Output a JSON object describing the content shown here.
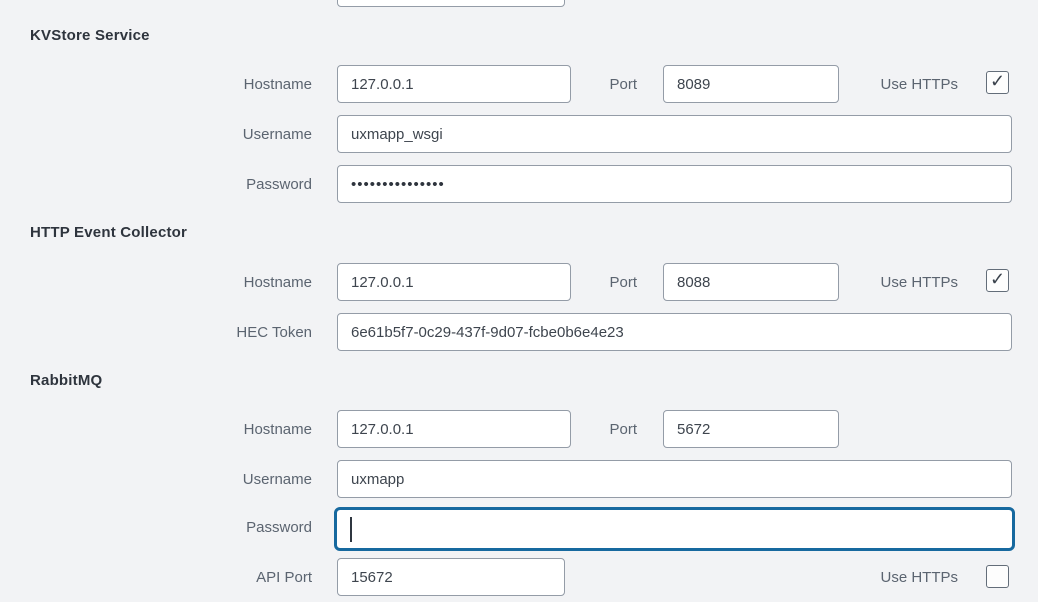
{
  "colors": {
    "page_background": "#f2f3f5",
    "input_border": "#949ca7",
    "focus_border": "#17699f",
    "heading_text": "#2e343d",
    "label_text": "#5b6470",
    "input_text": "#3e454e"
  },
  "top_partial_input": {
    "value": ""
  },
  "sections": [
    {
      "title": "KVStore Service",
      "hostname": {
        "label": "Hostname",
        "value": "127.0.0.1"
      },
      "port": {
        "label": "Port",
        "value": "8089"
      },
      "use_https": {
        "label": "Use HTTPs",
        "checked": true,
        "check_glyph": "✓"
      },
      "username": {
        "label": "Username",
        "value": "uxmapp_wsgi"
      },
      "password": {
        "label": "Password",
        "value": "•••••••••••••••"
      }
    },
    {
      "title": "HTTP Event Collector",
      "hostname": {
        "label": "Hostname",
        "value": "127.0.0.1"
      },
      "port": {
        "label": "Port",
        "value": "8088"
      },
      "use_https": {
        "label": "Use HTTPs",
        "checked": true,
        "check_glyph": "✓"
      },
      "hec_token": {
        "label": "HEC Token",
        "value": "6e61b5f7-0c29-437f-9d07-fcbe0b6e4e23"
      }
    },
    {
      "title": "RabbitMQ",
      "hostname": {
        "label": "Hostname",
        "value": "127.0.0.1"
      },
      "port": {
        "label": "Port",
        "value": "5672"
      },
      "username": {
        "label": "Username",
        "value": "uxmapp"
      },
      "password": {
        "label": "Password",
        "value": "",
        "focused": true
      },
      "api_port": {
        "label": "API Port",
        "value": "15672"
      },
      "use_https": {
        "label": "Use HTTPs",
        "checked": false,
        "check_glyph": ""
      }
    }
  ]
}
